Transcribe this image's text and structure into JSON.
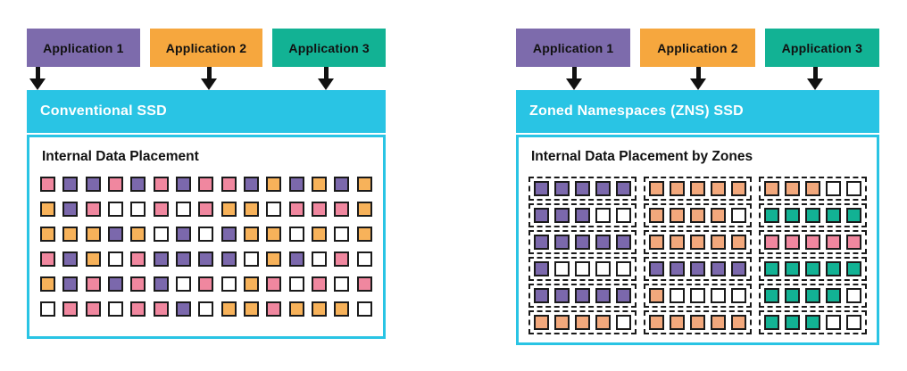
{
  "colors": {
    "app_purple": "#7D6BAC",
    "app_orange": "#F6A73E",
    "app_teal": "#12B294",
    "cyan": "#29C4E4",
    "ink": "#111111",
    "square_border": "#1A1A1A",
    "purple": "#7B68AC",
    "pink": "#F0879F",
    "orange": "#F7B25A",
    "peach": "#F2A87C",
    "teal": "#12B294",
    "white": "#FFFFFF"
  },
  "panels": {
    "left": {
      "applications": [
        {
          "label": "Application 1",
          "color": "app_purple"
        },
        {
          "label": "Application 2",
          "color": "app_orange"
        },
        {
          "label": "Application 3",
          "color": "app_teal"
        }
      ],
      "ssd_title": "Conventional SSD",
      "body_title": "Internal Data Placement",
      "grid_rows": [
        [
          "pink",
          "purple",
          "purple",
          "pink",
          "purple",
          "pink",
          "purple",
          "pink",
          "pink",
          "purple",
          "orange",
          "purple",
          "orange",
          "purple",
          "orange"
        ],
        [
          "orange",
          "purple",
          "pink",
          "white",
          "white",
          "pink",
          "white",
          "pink",
          "orange",
          "orange",
          "white",
          "pink",
          "pink",
          "pink",
          "orange"
        ],
        [
          "orange",
          "orange",
          "orange",
          "purple",
          "orange",
          "white",
          "purple",
          "white",
          "purple",
          "orange",
          "orange",
          "white",
          "orange",
          "white",
          "orange"
        ],
        [
          "pink",
          "purple",
          "orange",
          "white",
          "pink",
          "purple",
          "purple",
          "purple",
          "purple",
          "white",
          "orange",
          "purple",
          "white",
          "pink",
          "white"
        ],
        [
          "orange",
          "purple",
          "pink",
          "purple",
          "pink",
          "purple",
          "white",
          "pink",
          "white",
          "orange",
          "pink",
          "white",
          "pink",
          "white",
          "pink"
        ],
        [
          "white",
          "pink",
          "pink",
          "white",
          "pink",
          "pink",
          "purple",
          "white",
          "orange",
          "orange",
          "pink",
          "orange",
          "orange",
          "orange",
          "white"
        ]
      ]
    },
    "right": {
      "applications": [
        {
          "label": "Application 1",
          "color": "app_purple"
        },
        {
          "label": "Application 2",
          "color": "app_orange"
        },
        {
          "label": "Application 3",
          "color": "app_teal"
        }
      ],
      "ssd_title": "Zoned Namespaces (ZNS) SSD",
      "body_title": "Internal Data Placement by Zones",
      "zone_rows": [
        [
          [
            "purple",
            "purple",
            "purple",
            "purple",
            "purple"
          ],
          [
            "peach",
            "peach",
            "peach",
            "peach",
            "peach"
          ],
          [
            "peach",
            "peach",
            "peach",
            "white",
            "white"
          ]
        ],
        [
          [
            "purple",
            "purple",
            "purple",
            "white",
            "white"
          ],
          [
            "peach",
            "peach",
            "peach",
            "peach",
            "white"
          ],
          [
            "teal",
            "teal",
            "teal",
            "teal",
            "teal"
          ]
        ],
        [
          [
            "purple",
            "purple",
            "purple",
            "purple",
            "purple"
          ],
          [
            "peach",
            "peach",
            "peach",
            "peach",
            "peach"
          ],
          [
            "pink",
            "pink",
            "pink",
            "pink",
            "pink"
          ]
        ],
        [
          [
            "purple",
            "white",
            "white",
            "white",
            "white"
          ],
          [
            "purple",
            "purple",
            "purple",
            "purple",
            "purple"
          ],
          [
            "teal",
            "teal",
            "teal",
            "teal",
            "teal"
          ]
        ],
        [
          [
            "purple",
            "purple",
            "purple",
            "purple",
            "purple"
          ],
          [
            "peach",
            "white",
            "white",
            "white",
            "white"
          ],
          [
            "teal",
            "teal",
            "teal",
            "teal",
            "white"
          ]
        ],
        [
          [
            "peach",
            "peach",
            "peach",
            "peach",
            "white"
          ],
          [
            "peach",
            "peach",
            "peach",
            "peach",
            "peach"
          ],
          [
            "teal",
            "teal",
            "teal",
            "white",
            "white"
          ]
        ]
      ]
    }
  }
}
